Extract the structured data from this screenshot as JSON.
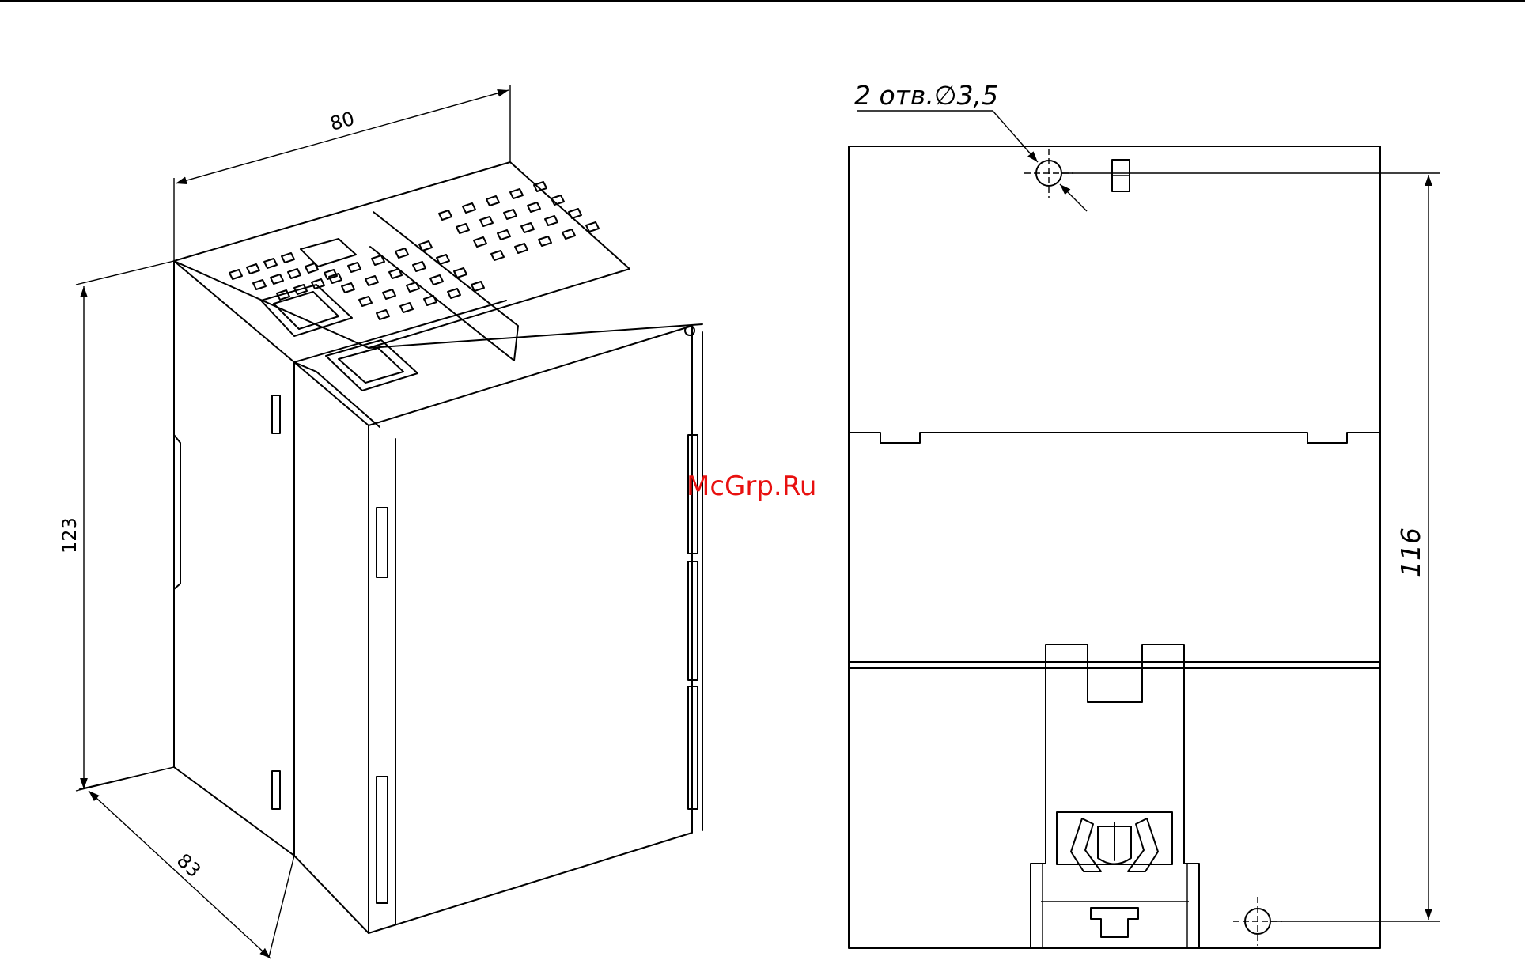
{
  "watermark": "McGrp.Ru",
  "iso_view": {
    "dim_width": "80",
    "dim_height": "123",
    "dim_depth": "83"
  },
  "back_view": {
    "hole_note": "2 отв.∅3,5",
    "dim_height": "116"
  },
  "colors": {
    "line": "#000000",
    "watermark": "#e8100f",
    "background": "#ffffff"
  }
}
